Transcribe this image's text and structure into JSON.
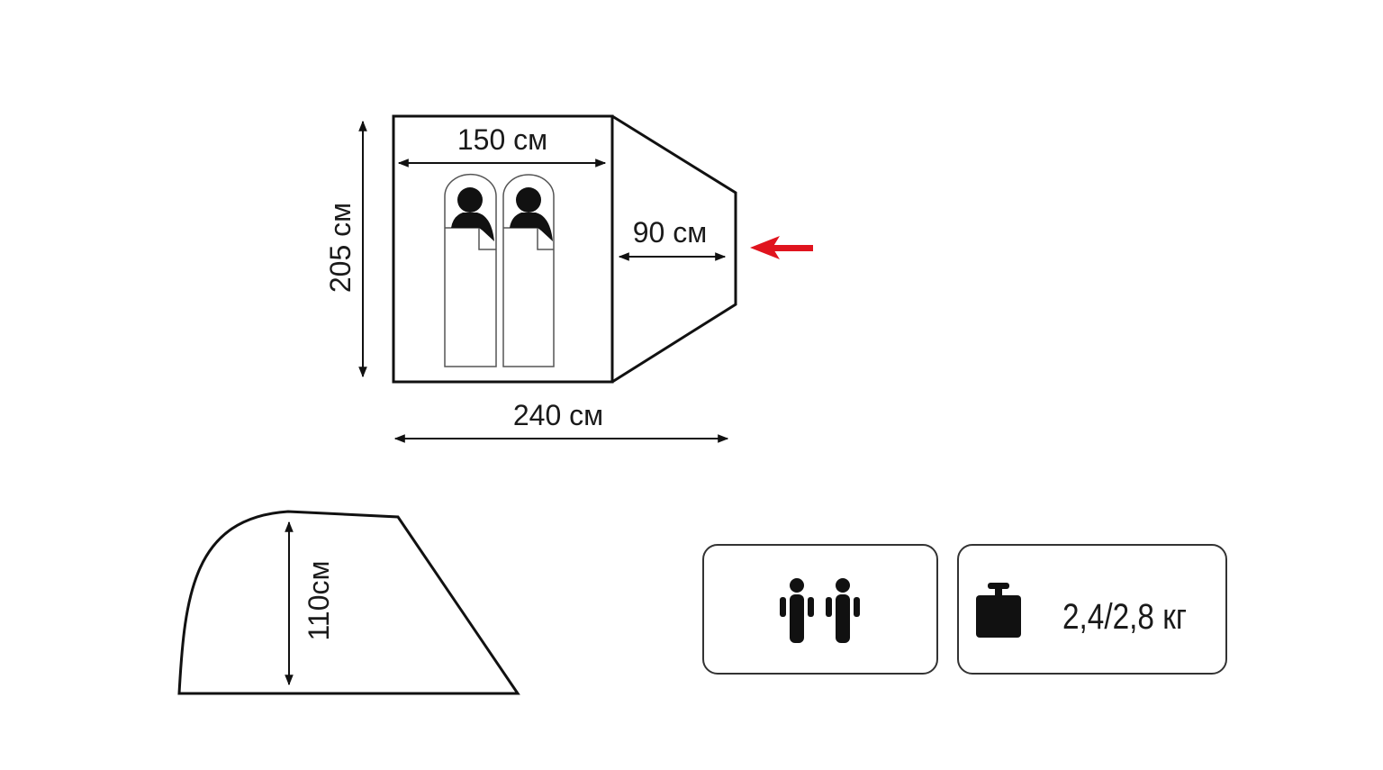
{
  "floor_plan": {
    "inner_width_label": "150 см",
    "vestibule_depth_label": "90 см",
    "depth_label": "205 см",
    "total_length_label": "240 см",
    "entrance_arrow_color": "#e0141e"
  },
  "side_view": {
    "height_label": "110см"
  },
  "specs": {
    "capacity_icon": "two-people-icon",
    "weight_icon": "weight-icon",
    "weight_label": "2,4/2,8 кг"
  }
}
